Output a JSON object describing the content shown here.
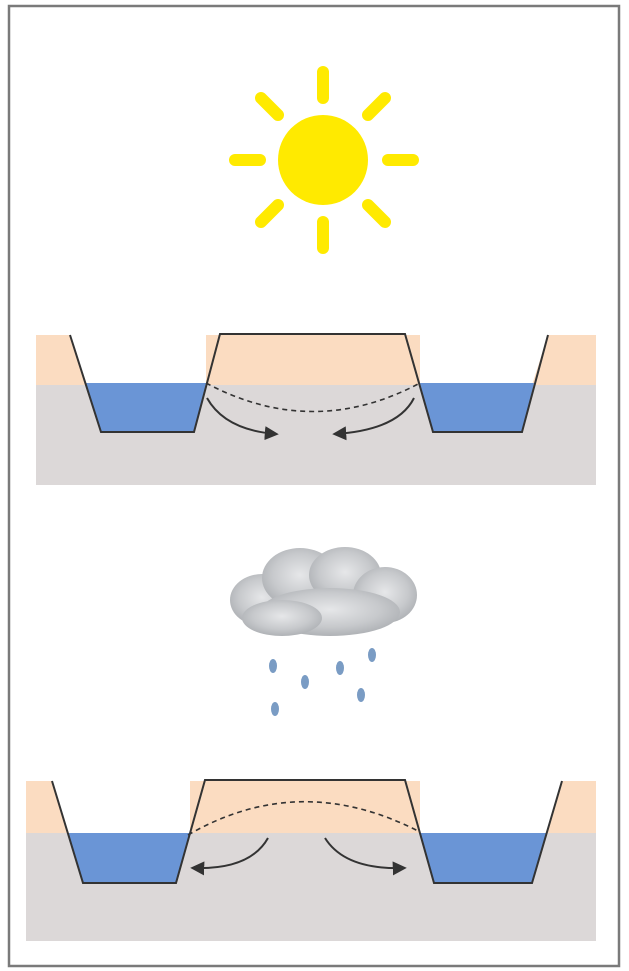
{
  "figure": {
    "panels": [
      {
        "id": "dry-conditions",
        "weather_icon": "sun-icon",
        "flow_direction": "inward",
        "water_table_shape": "concave-down"
      },
      {
        "id": "wet-conditions",
        "weather_icon": "rain-cloud-icon",
        "flow_direction": "outward",
        "water_table_shape": "convex-up"
      }
    ],
    "colors": {
      "sun": "#ffea00",
      "topsoil": "#fbdcc1",
      "subsoil": "#dcd8d8",
      "water": "#6a95d6",
      "outline": "#333333",
      "raindrop": "#7a9cc4",
      "cloud": "#c9cbce"
    }
  }
}
